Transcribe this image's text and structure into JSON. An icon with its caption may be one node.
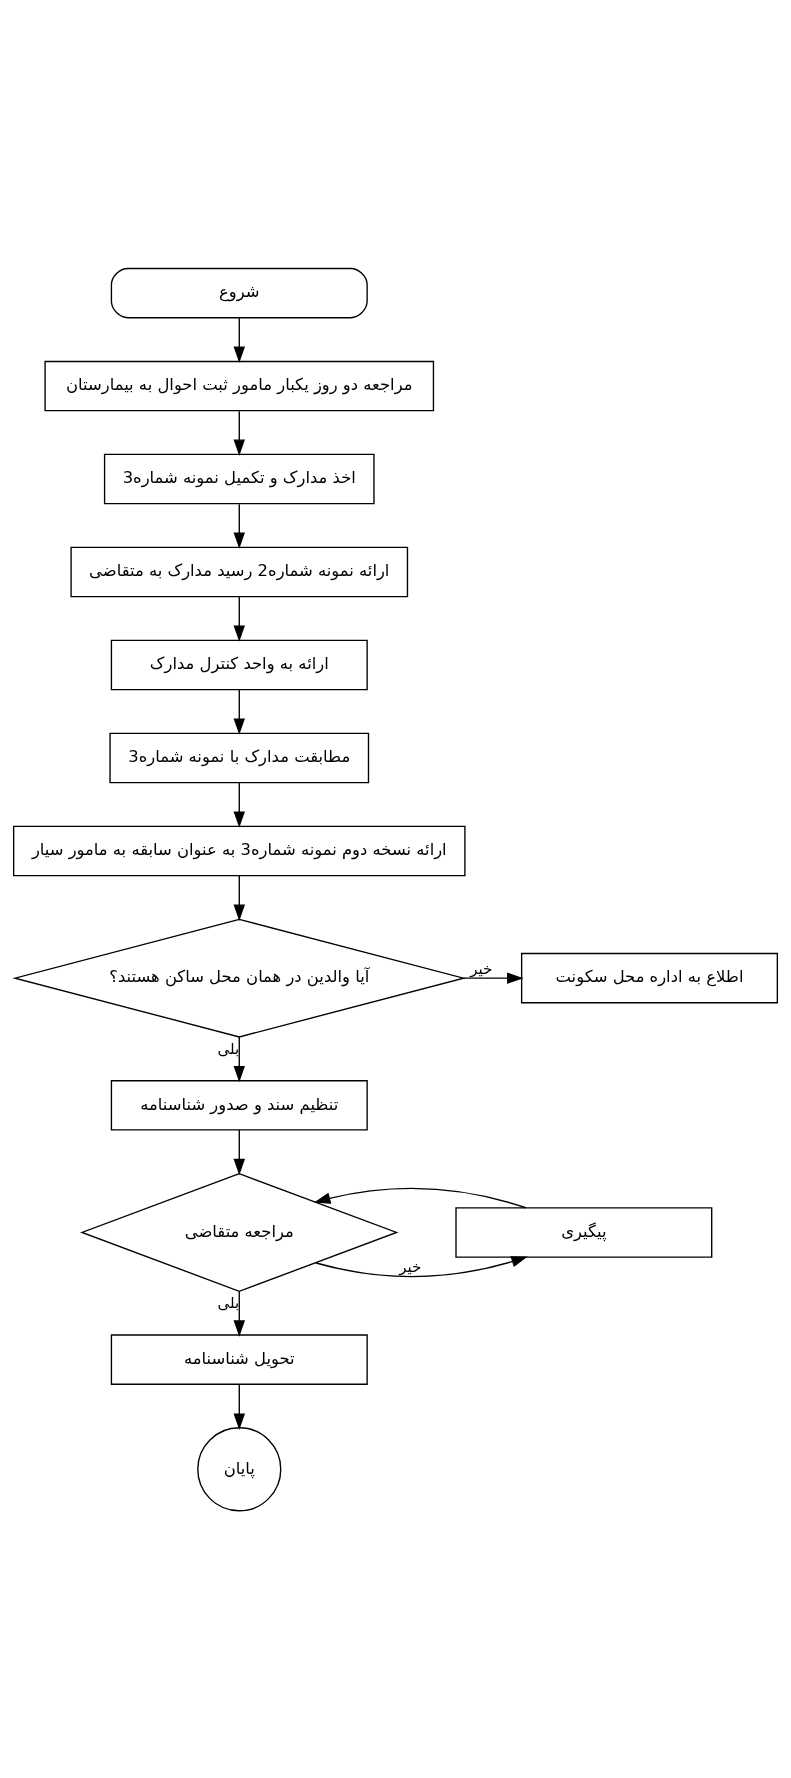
{
  "diagram": {
    "nodes": [
      {
        "text": [
          "شروع"
        ]
      },
      {
        "text": [
          "مراجعه دو روز یکبار مامور ثبت احوال به بیمارستان"
        ]
      },
      {
        "text": [
          "اخذ مدارک و تکمیل نمونه شماره3"
        ]
      },
      {
        "text": [
          "ارائه نمونه شماره2 رسید مدارک به متقاضی"
        ]
      },
      {
        "text": [
          "ارائه به واحد کنترل مدارک"
        ]
      },
      {
        "text": [
          "مطابقت مدارک با نمونه شماره3"
        ]
      },
      {
        "text": [
          "ارائه نسخه دوم نمونه شماره3 به عنوان سابقه به مامور سیار"
        ]
      },
      {
        "text": [
          "آیا والدین در همان محل ساکن هستند؟"
        ]
      },
      {
        "text": [
          "اطلاع به اداره محل سکونت"
        ]
      },
      {
        "text": [
          "تنظیم سند و صدور شناسنامه"
        ]
      },
      {
        "text": [
          "مراجعه متقاضی"
        ]
      },
      {
        "text": [
          "پیگیری"
        ]
      },
      {
        "text": [
          "تحویل شناسنامه"
        ]
      },
      {
        "text": [
          "پایان"
        ]
      }
    ],
    "edges": [
      {
        "from": 0,
        "to": 1,
        "arrow": "to"
      },
      {
        "from": 1,
        "to": 2,
        "arrow": "to"
      },
      {
        "from": 2,
        "to": 3,
        "arrow": "to"
      },
      {
        "from": 3,
        "to": 4,
        "arrow": "to"
      },
      {
        "from": 4,
        "to": 5,
        "arrow": "to"
      },
      {
        "from": 5,
        "to": 6,
        "arrow": "to"
      },
      {
        "from": 6,
        "to": 7,
        "arrow": "to"
      },
      {
        "from": 7,
        "to": 8,
        "label": "خیر",
        "arrow": "to"
      },
      {
        "from": 7,
        "to": 9,
        "label": "بلی",
        "arrow": "to"
      },
      {
        "from": 9,
        "to": 10,
        "arrow": "to"
      },
      {
        "from": 10,
        "to": 11,
        "label": "خیر",
        "arrow": "to"
      },
      {
        "from": 11,
        "to": 10,
        "arrow": "to"
      },
      {
        "from": 10,
        "to": 12,
        "label": "بلی",
        "arrow": "to"
      },
      {
        "from": 12,
        "to": 13,
        "arrow": "to"
      }
    ]
  }
}
